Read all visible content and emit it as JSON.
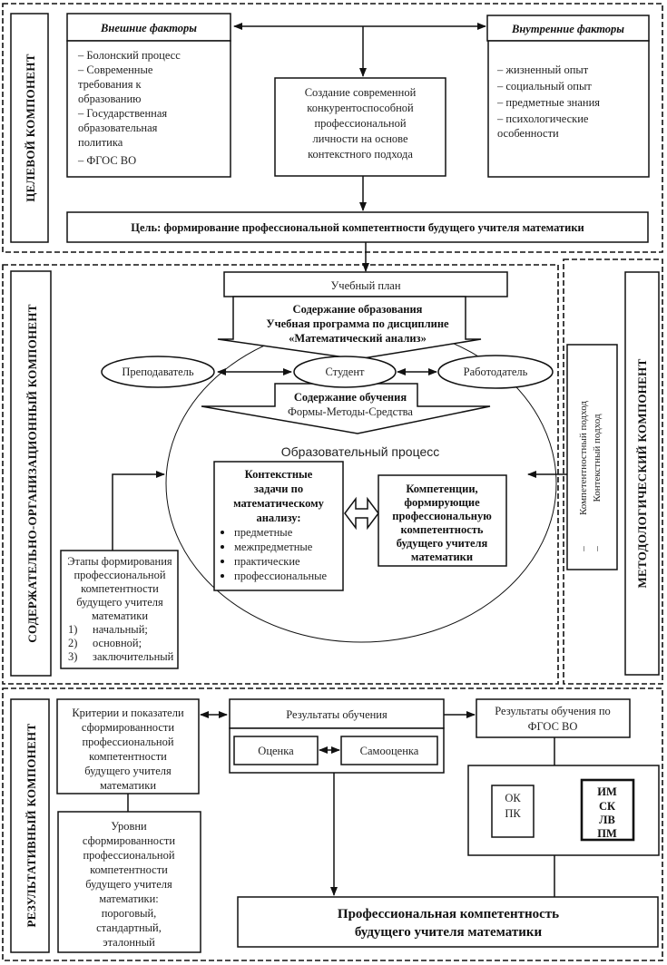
{
  "sections": {
    "target": {
      "label": "ЦЕЛЕВОЙ КОМПОНЕНТ",
      "external": {
        "title": "Внешние факторы",
        "lines": [
          "–    Болонский процесс",
          "–    Современные",
          "требования к",
          "образованию",
          "–    Государственная",
          "образовательная",
          "политика",
          "–    ФГОС ВО"
        ]
      },
      "internal": {
        "title": "Внутренние факторы",
        "lines": [
          "–    жизненный опыт",
          "–    социальный опыт",
          "–    предметные знания",
          "–    психологические",
          "особенности"
        ]
      },
      "center": {
        "lines": [
          "Создание современной",
          "конкурентоспособной",
          "профессиональной",
          "личности на основе",
          "контекстного подхода"
        ]
      },
      "goal": "Цель: формирование профессиональной компетентности будущего учителя математики"
    },
    "content": {
      "label": "СОДЕРЖАТЕЛЬНО-ОРГАНИЗАЦИОННЫЙ КОМПОНЕНТ",
      "curriculum": "Учебный план",
      "education_content": [
        "Содержание образования",
        "Учебная программа по дисциплине",
        "«Математический анализ»"
      ],
      "teacher": "Преподаватель",
      "student": "Студент",
      "employer": "Работодатель",
      "learning_content": {
        "title": "Содержание обучения",
        "sub": "Формы-Методы-Средства"
      },
      "process_label": "Образовательный процесс",
      "tasks": {
        "title": [
          "Контекстные",
          "задачи по",
          "математическому",
          "анализу:"
        ],
        "items": [
          "предметные",
          "межпредметные",
          "практические",
          "профессиональные"
        ]
      },
      "competencies": [
        "Компетенции,",
        "формирующие",
        "профессиональную",
        "компетентность",
        "будущего учителя",
        "математики"
      ],
      "stages": {
        "title": [
          "Этапы формирования",
          "профессиональной",
          "компетентности",
          "будущего учителя",
          "математики"
        ],
        "items": [
          {
            "n": "1)",
            "text": "начальный;"
          },
          {
            "n": "2)",
            "text": "основной;"
          },
          {
            "n": "3)",
            "text": "заключительный"
          }
        ]
      }
    },
    "method": {
      "label": "МЕТОДОЛОГИЧЕСКИЙ КОМПОНЕНТ",
      "approaches": [
        "Компетентностный подход",
        "Контекстный подход"
      ],
      "marker": "–"
    },
    "result": {
      "label": "РЕЗУЛЬТАТИВНЫЙ КОМПОНЕНТ",
      "criteria": [
        "Критерии и показатели",
        "сформированности",
        "профессиональной",
        "компетентности",
        "будущего учителя",
        "математики"
      ],
      "levels": [
        "Уровни",
        "сформированности",
        "профессиональной",
        "компетентности",
        "будущего учителя",
        "математики:",
        "пороговый,",
        "стандартный,",
        "эталонный"
      ],
      "learning_results": "Результаты обучения",
      "assessment": "Оценка",
      "self_assessment": "Самооценка",
      "fgos_results": [
        "Результаты обучения по",
        "ФГОС ВО"
      ],
      "ok_pk": [
        "ОК",
        "ПК"
      ],
      "codes": [
        "ИМ",
        "СК",
        "ЛВ",
        "ПМ"
      ],
      "final": [
        "Профессиональная компетентность",
        "будущего учителя математики"
      ]
    }
  }
}
